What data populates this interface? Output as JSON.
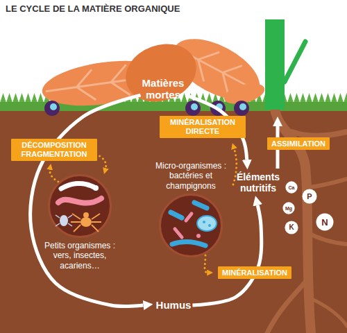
{
  "diagram": {
    "title": "LE CYCLE DE LA MATIÈRE ORGANIQUE",
    "nodes": [
      {
        "text": [
          "Matières mortes"
        ]
      },
      {
        "text": [
          "Petits organismes : vers, insectes, acariens…"
        ]
      },
      {
        "text": [
          "Micro-organismes : bactéries et champignons"
        ]
      },
      {
        "text": [
          "Éléments nutritifs"
        ]
      },
      {
        "text": [
          "Ca"
        ]
      },
      {
        "text": [
          "P"
        ]
      },
      {
        "text": [
          "Mg"
        ]
      },
      {
        "text": [
          "N"
        ]
      },
      {
        "text": [
          "K"
        ]
      },
      {
        "text": [
          "Humus"
        ]
      }
    ],
    "edges": [
      {
        "from": 0,
        "to": 9,
        "label": "DÉCOMPOSITION FRAGMENTATION",
        "arrow": "to"
      },
      {
        "from": 0,
        "to": 3,
        "label": "MINÉRALISATION DIRECTE",
        "arrow": "to"
      },
      {
        "from": 9,
        "to": 3,
        "label": "MINÉRALISATION",
        "arrow": "to"
      }
    ],
    "labels": [
      "ASSIMILATION"
    ]
  }
}
